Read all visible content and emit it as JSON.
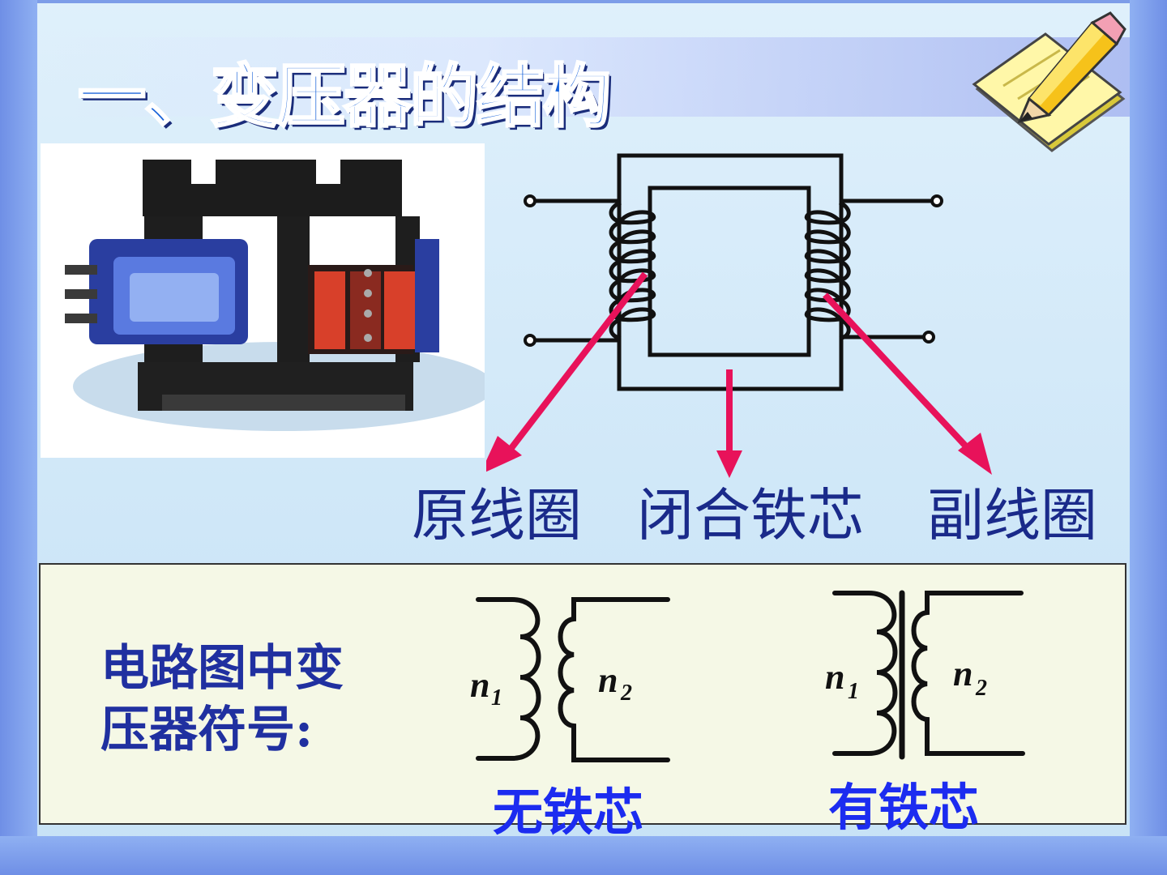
{
  "title": "一、变压器的结构",
  "labels": {
    "primary": "原线圈",
    "core": "闭合铁芯",
    "secondary": "副线圈"
  },
  "symbols": {
    "caption_line1": "电路图中变",
    "caption_line2": "压器符号:",
    "no_core": "无铁芯",
    "with_core": "有铁芯",
    "n1": "n",
    "n1_sub": "1",
    "n2": "n",
    "n2_sub": "2"
  },
  "colors": {
    "arrow": "#e8125a",
    "label": "#1a2a8a",
    "sublabel": "#1c2cf0",
    "panel": "#f5f8e6"
  },
  "icons": [
    "pencil-note-icon"
  ]
}
